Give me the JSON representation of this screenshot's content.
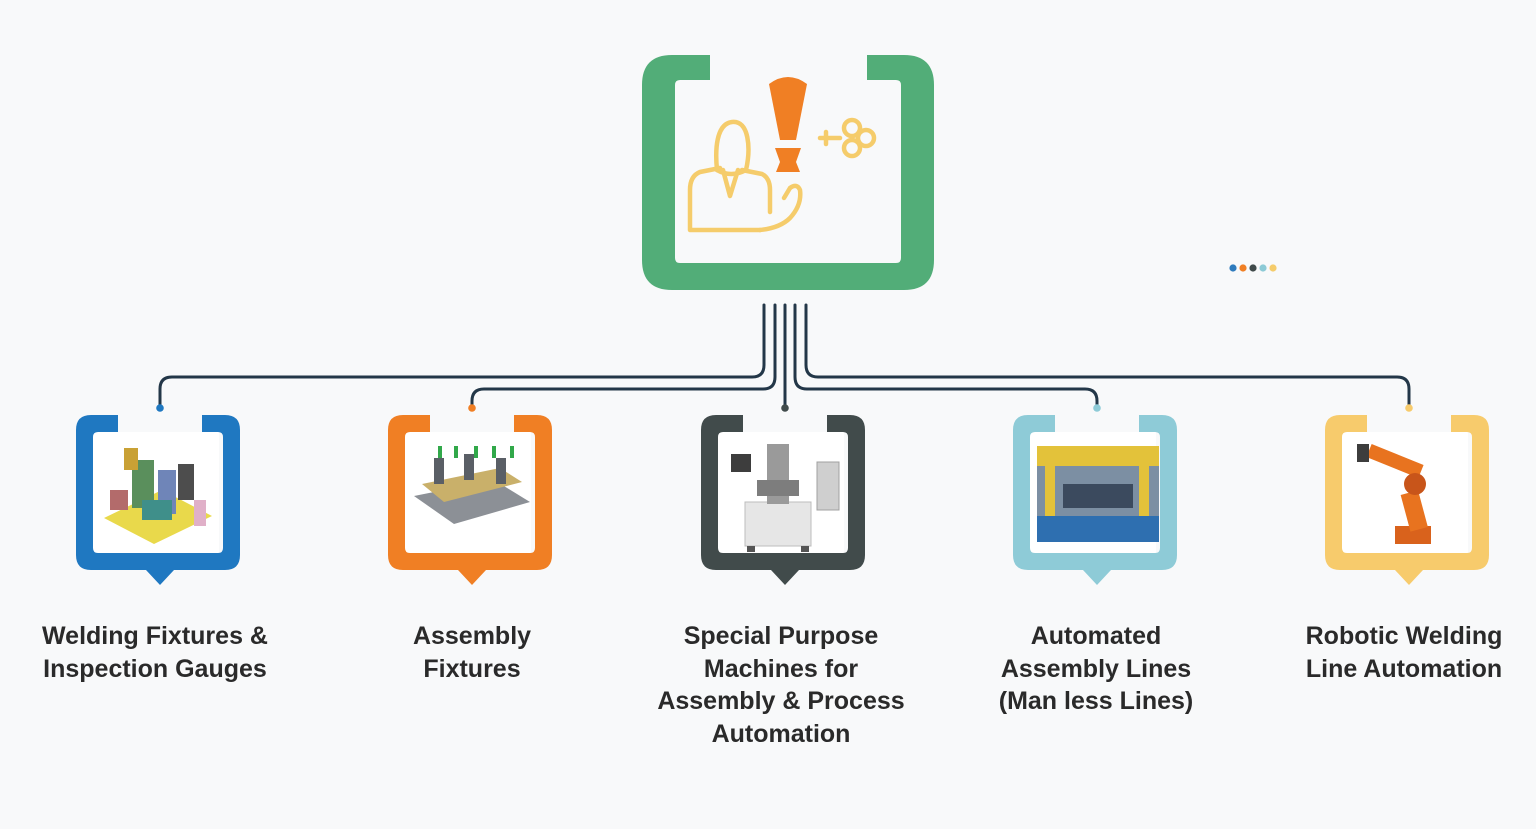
{
  "hub": {
    "icon": "person-idea-key-icon",
    "frame_color": "#52ad78",
    "orange": "#f07f24",
    "yellow": "#f5cc6b"
  },
  "dots_icon": "loading-dots-icon",
  "dot_colors": [
    "#2e7bbd",
    "#f07f24",
    "#3f4a4a",
    "#8ccad6",
    "#f5cc6b"
  ],
  "connector_color": "#233748",
  "categories": [
    {
      "key": "welding",
      "color": "#1f78c1",
      "image": "welding-fixture-image",
      "label_lines": [
        "Welding Fixtures &",
        "Inspection Gauges"
      ]
    },
    {
      "key": "assembly",
      "color": "#f07f24",
      "image": "assembly-fixture-image",
      "label_lines": [
        "Assembly",
        "Fixtures"
      ]
    },
    {
      "key": "special",
      "color": "#414b4b",
      "image": "special-purpose-machine-image",
      "label_lines": [
        "Special Purpose",
        "Machines for",
        "Assembly & Process",
        "Automation"
      ]
    },
    {
      "key": "automated",
      "color": "#8ecbd7",
      "image": "automated-assembly-line-image",
      "label_lines": [
        "Automated",
        "Assembly Lines",
        "(Man less Lines)"
      ]
    },
    {
      "key": "robotic",
      "color": "#f7cb6c",
      "image": "robotic-arm-image",
      "label_lines": [
        "Robotic Welding",
        "Line Automation"
      ]
    }
  ]
}
